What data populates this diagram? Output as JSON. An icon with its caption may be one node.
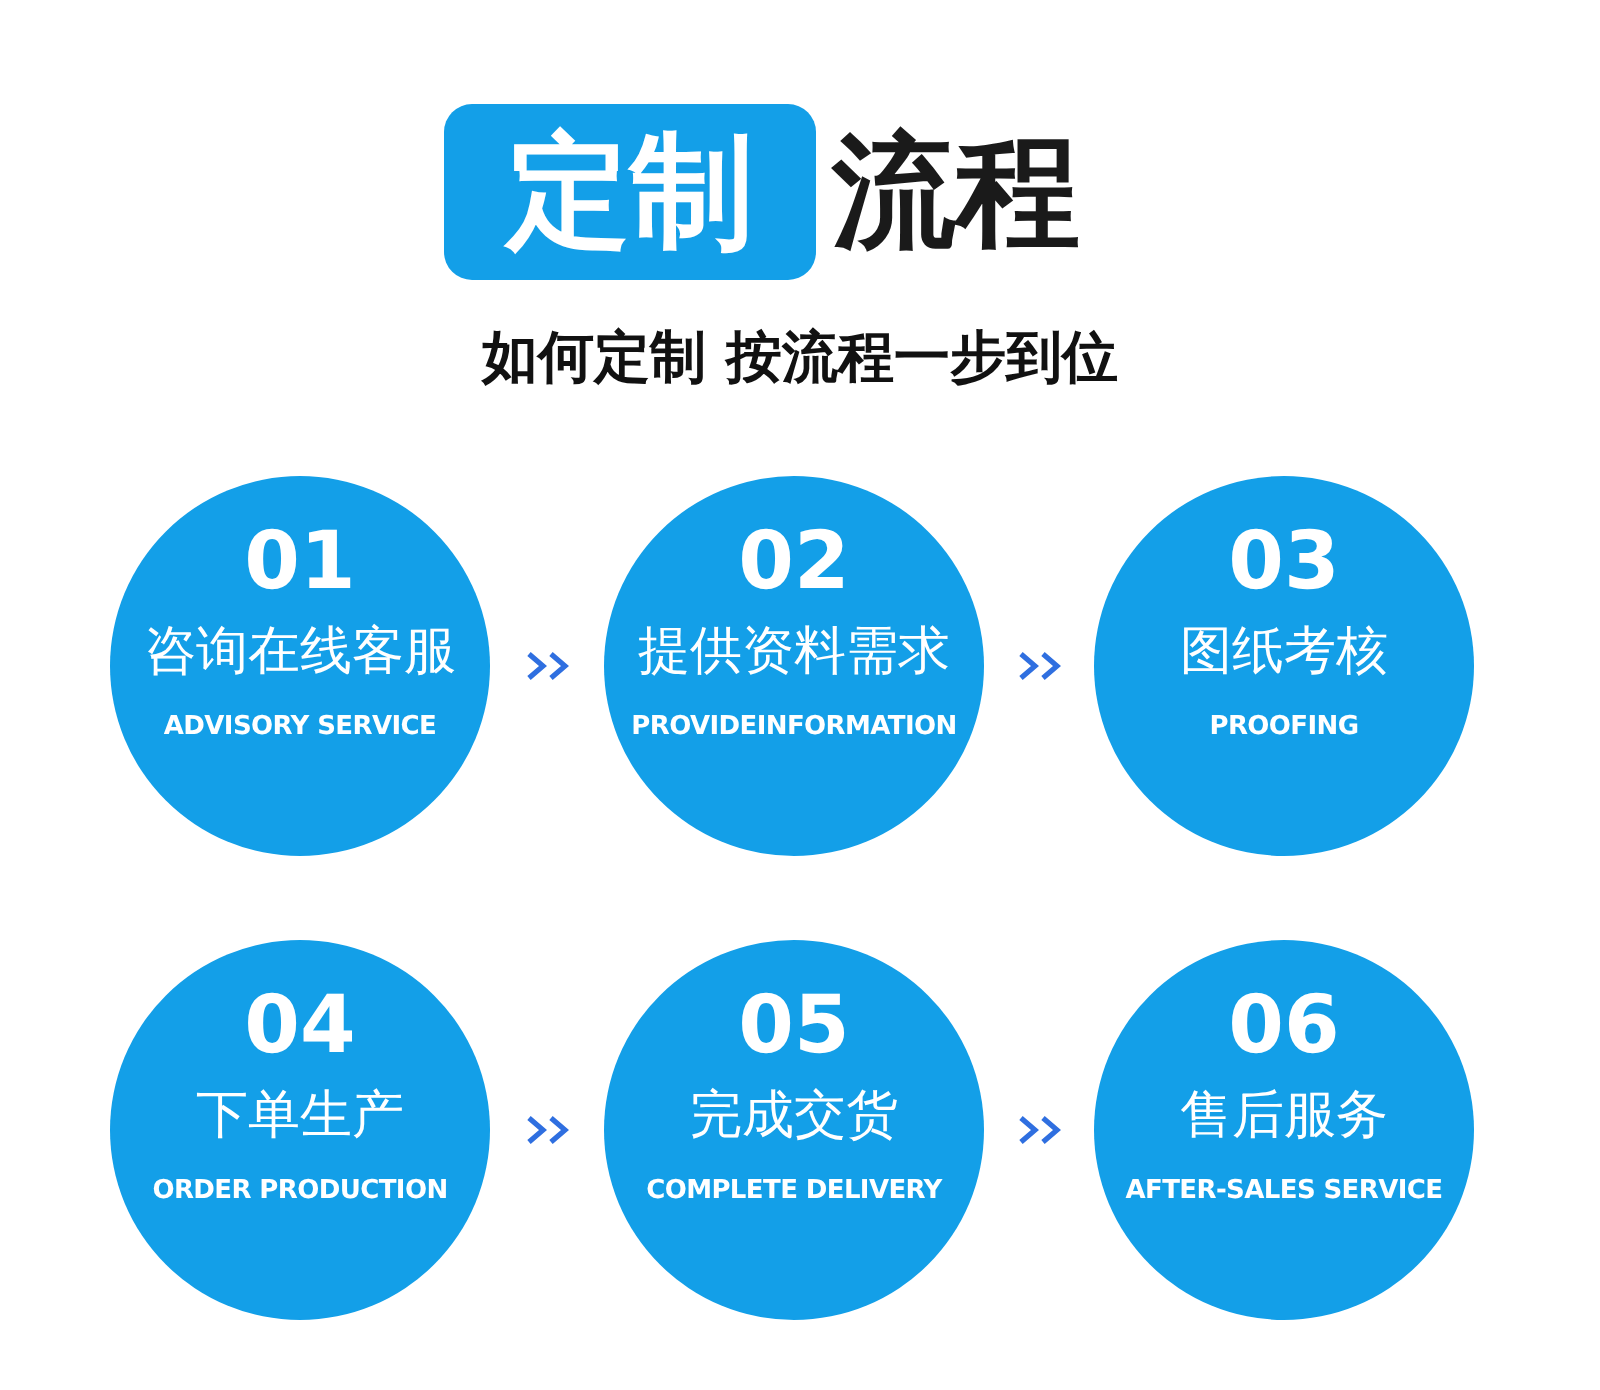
{
  "diagram": {
    "nodes": [
      {
        "text": [
          "定制"
        ]
      },
      {
        "text": [
          "01",
          "咨询在线客服",
          "ADVISORY SERVICE"
        ]
      },
      {
        "text": [
          "02",
          "提供资料需求",
          "PROVIDEINFORMATION"
        ]
      },
      {
        "text": [
          "03",
          "图纸考核",
          "PROOFING"
        ]
      },
      {
        "text": [
          "04",
          "下单生产",
          "ORDER PRODUCTION"
        ]
      },
      {
        "text": [
          "05",
          "完成交货",
          "COMPLETE DELIVERY"
        ]
      },
      {
        "text": [
          "06",
          "售后服务",
          "AFTER-SALES SERVICE"
        ]
      }
    ],
    "edges": [
      {
        "from": 1,
        "to": 2,
        "arrow": "to"
      },
      {
        "from": 2,
        "to": 3,
        "arrow": "to"
      },
      {
        "from": 4,
        "to": 5,
        "arrow": "to"
      },
      {
        "from": 5,
        "to": 6,
        "arrow": "to"
      }
    ],
    "labels": [
      "流程",
      "如何定制 按流程一步到位"
    ]
  }
}
